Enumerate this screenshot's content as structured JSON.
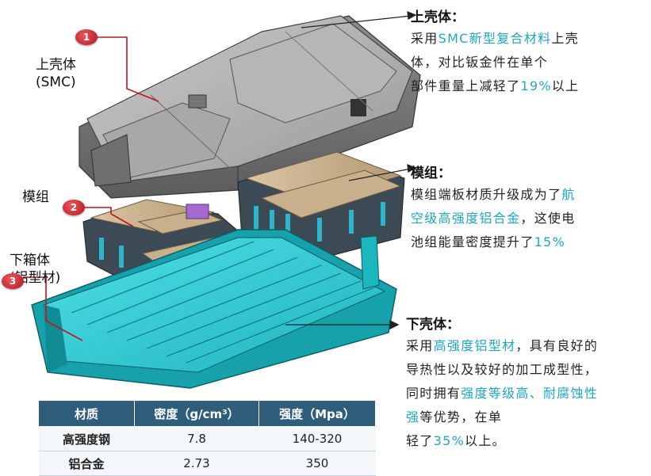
{
  "callouts": {
    "upper_shell": {
      "label_line1": "上壳体",
      "label_line2": "(SMC)",
      "badge": "1"
    },
    "module": {
      "label": "模组",
      "badge": "2"
    },
    "lower_box": {
      "label_line1": "下箱体",
      "label_line2": "(铝型材)",
      "badge": "3"
    }
  },
  "panels": {
    "upper": {
      "title": "上壳体：",
      "p1_a": "采用",
      "p1_hl": "SMC新型复合材料",
      "p1_b": "上壳",
      "p2": "体，对比钣金件在单个",
      "p3_a": "部件重量上减轻了",
      "p3_hl": "19%",
      "p3_b": "以上"
    },
    "module": {
      "title": "模组：",
      "p1_a": "模组端板材质升级成为了",
      "p1_hl": "航",
      "p2_hl": "空级高强度铝合金",
      "p2_b": "，这使电",
      "p3_a": "池组能量密度提升了",
      "p3_hl": "15%"
    },
    "lower": {
      "title": "下壳体：",
      "p1_a": "采用",
      "p1_hl": "高强度铝型材",
      "p1_b": "，具有良好的",
      "p2": "导热性以及较好的加工成型性，",
      "p3_a": "同时拥有",
      "p3_hl": "强度等级高、耐腐蚀性",
      "p4_hl": "强",
      "p4_b": "等优势，在单",
      "p5_a": "轻了",
      "p5_hl": "35%",
      "p5_b": "以上。"
    }
  },
  "table": {
    "headers": [
      "材质",
      "密度（g/cm³）",
      "强度（Mpa）"
    ],
    "rows": [
      [
        "高强度钢",
        "7.8",
        "140-320"
      ],
      [
        "铝合金",
        "2.73",
        "350"
      ]
    ]
  },
  "colors": {
    "accent": "#1ea7c5",
    "callout_red": "#c0161e",
    "table_header": "#2f5d7c",
    "tray_cyan": "#27c6cf"
  }
}
